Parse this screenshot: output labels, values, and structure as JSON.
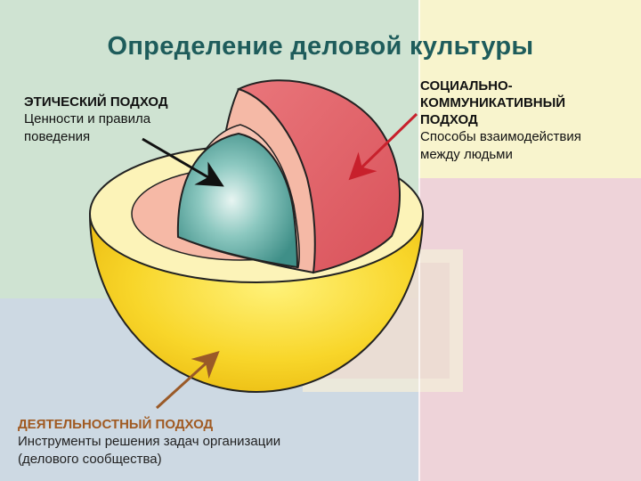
{
  "title": "Определение деловой культуры",
  "labels": {
    "ethical": {
      "heading": "ЭТИЧЕСКИЙ ПОДХОД",
      "desc_line1": "Ценности и правила",
      "desc_line2": "поведения"
    },
    "social": {
      "heading_line1": "СОЦИАЛЬНО-",
      "heading_line2": "КОММУНИКАТИВНЫЙ",
      "heading_line3": "ПОДХОД",
      "desc_line1": "Способы взаимодействия",
      "desc_line2": "между людьми"
    },
    "activity": {
      "heading": "ДЕЯТЕЛЬНОСТНЫЙ ПОДХОД",
      "desc_line1": "Инструменты решения задач организации",
      "desc_line2": "(делового сообщества)"
    }
  },
  "colors": {
    "title": "#1e5c5b",
    "outer_layer": "#f7d21c",
    "middle_layer": "#f4b7a4",
    "core": "#5aa7a0",
    "cut_layer": "#e66a70",
    "arrow_dark": "#111111",
    "arrow_red": "#c8202c",
    "arrow_brown": "#9a5a28"
  }
}
